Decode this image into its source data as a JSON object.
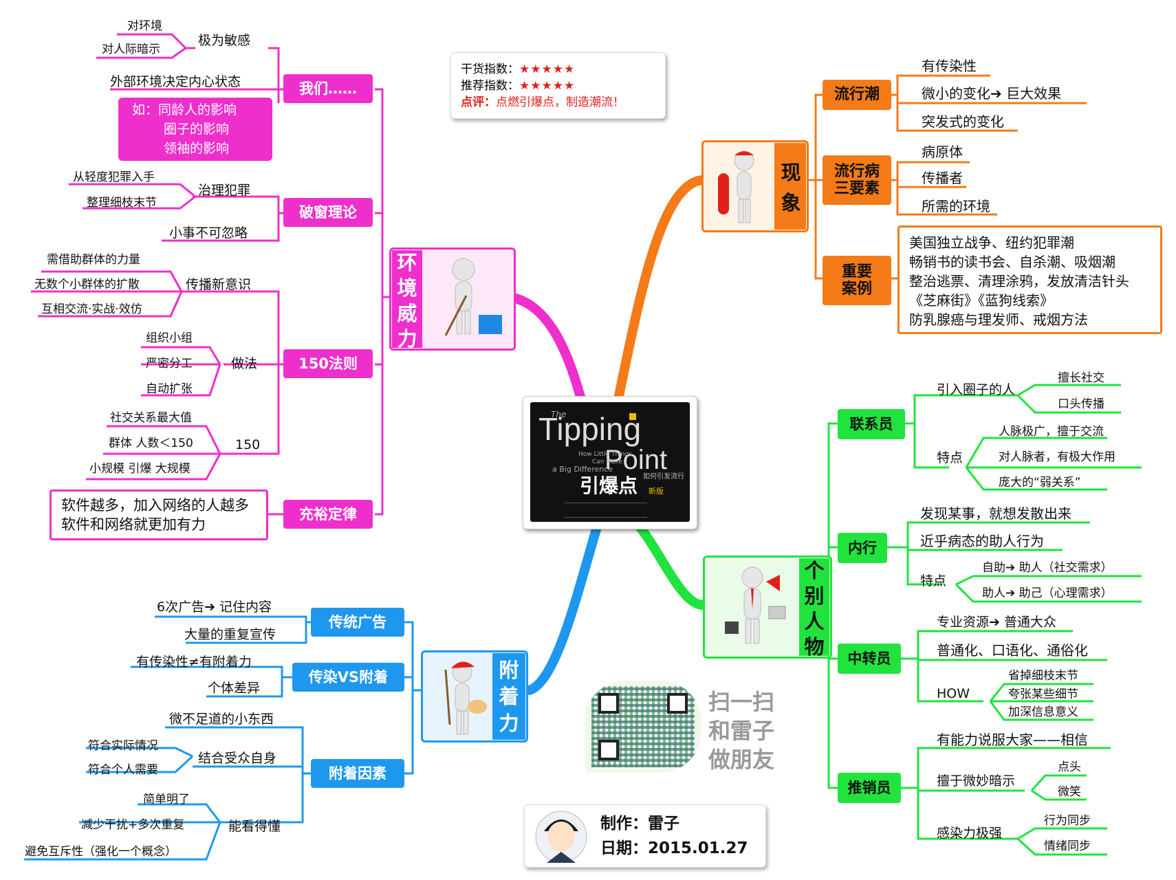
{
  "colors": {
    "env": "#ee2fcb",
    "phen": "#f47b17",
    "person": "#21e33d",
    "attach": "#1e98ee"
  },
  "rating": {
    "line1_label": "干货指数：",
    "line1_stars": "★★★★★",
    "line2_label": "推荐指数：",
    "line2_stars": "★★★★★",
    "line3_label": "点评：",
    "line3_text": "点燃引爆点，制造潮流！"
  },
  "center": {
    "the": "The",
    "title1": "Tipping",
    "title2": "Point",
    "tag1": "How Little Things",
    "tag2": "Can Make",
    "tag3": "a Big Difference",
    "cn_title": "引爆点",
    "cn_sub": "如何引发流行",
    "edition": "新版"
  },
  "env": {
    "main": [
      "环",
      "境",
      "威",
      "力"
    ],
    "we": {
      "label": "我们……",
      "sens": "极为敏感",
      "sens1": "对环境",
      "sens2": "对人际暗示",
      "ext": "外部环境决定内心状态",
      "note": [
        "如：同龄人的影响",
        "圈子的影响",
        "领袖的影响"
      ]
    },
    "broken": {
      "label": "破窗理论",
      "crime": "治理犯罪",
      "c1": "从轻度犯罪入手",
      "c2": "整理细枝末节",
      "small": "小事不可忽略"
    },
    "rule150": {
      "label": "150法则",
      "spread": "传播新意识",
      "s1": "需借助群体的力量",
      "s2": "无数个小群体的扩散",
      "s3": "互相交流·实战·效仿",
      "method": "做法",
      "m1": "组织小组",
      "m2": "严密分工",
      "m3": "自动扩张",
      "num": "150",
      "n1": "社交关系最大值",
      "n2": "群体 人数＜150",
      "n3": "小规模 引爆 大规模"
    },
    "abund": {
      "label": "充裕定律",
      "note": [
        "软件越多，加入网络的人越多",
        "软件和网络就更加有力"
      ]
    }
  },
  "phen": {
    "main": [
      "现",
      "象"
    ],
    "trend": {
      "label": "流行潮",
      "i1": "有传染性",
      "i2": "微小的变化➔ 巨大效果",
      "i3": "突发式的变化"
    },
    "epi": {
      "label": "流行病三要素",
      "l1": "流行病",
      "l2": "三要素",
      "i1": "病原体",
      "i2": "传播者",
      "i3": "所需的环境"
    },
    "cases": {
      "l1": "重要",
      "l2": "案例",
      "note": [
        "美国独立战争、纽约犯罪潮",
        "畅销书的读书会、自杀潮、吸烟潮",
        "整治逃票、清理涂鸦，发放清洁针头",
        "《芝麻街》《蓝狗线索》",
        "防乳腺癌与理发师、戒烟方法"
      ]
    }
  },
  "person": {
    "main": [
      "个",
      "别",
      "人",
      "物"
    ],
    "connector": {
      "label": "联系员",
      "intro": "引入圈子的人",
      "i1": "擅长社交",
      "i2": "口头传播",
      "feat": "特点",
      "f1": "人脉极广，擅于交流",
      "f2": "对人脉者，有极大作用",
      "f3": "庞大的“弱关系”"
    },
    "maven": {
      "label": "内行",
      "a": "发现某事，就想发散出来",
      "b": "近乎病态的助人行为",
      "feat": "特点",
      "f1": "自助➔ 助人（社交需求）",
      "f2": "助人➔ 助己（心理需求）"
    },
    "relay": {
      "label": "中转员",
      "a": "专业资源➔ 普通大众",
      "b": "普通化、口语化、通俗化",
      "how": "HOW",
      "h1": "省掉细枝末节",
      "h2": "夸张某些细节",
      "h3": "加深信息意义"
    },
    "sales": {
      "label": "推销员",
      "a": "有能力说服大家——相信",
      "hint": "擅于微妙暗示",
      "h1": "点头",
      "h2": "微笑",
      "inf": "感染力极强",
      "g1": "行为同步",
      "g2": "情绪同步"
    }
  },
  "attach": {
    "main": [
      "附",
      "着",
      "力"
    ],
    "trad": {
      "label": "传统广告",
      "a": "6次广告➔ 记住内容",
      "b": "大量的重复宣传"
    },
    "vs": {
      "label": "传染VS附着",
      "a": "有传染性≠有附着力",
      "b": "个体差异"
    },
    "factors": {
      "label": "附着因素",
      "a": "微不足道的小东西",
      "aud": "结合受众自身",
      "u1": "符合实际情况",
      "u2": "符合个人需要",
      "read": "能看得懂",
      "r1": "简单明了",
      "r2": "减少干扰+多次重复",
      "r3": "避免互斥性（强化一个概念）"
    }
  },
  "qr": {
    "l1": "扫一扫",
    "l2": "和雷子",
    "l3": "做朋友"
  },
  "credit": {
    "maker": "制作：雷子",
    "date": "日期：2015.01.27"
  }
}
